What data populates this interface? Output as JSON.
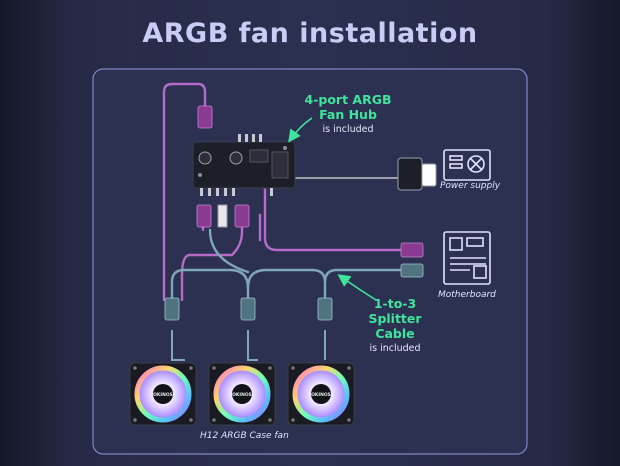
{
  "page": {
    "title": "ARGB fan installation"
  },
  "hub_note": {
    "line1": "4-port ARGB",
    "line2": "Fan Hub",
    "line3": "is included"
  },
  "splitter_note": {
    "line1": "1-to-3",
    "line2": "Splitter Cable",
    "line3": "is included"
  },
  "labels": {
    "power_supply": "Power supply",
    "motherboard": "Motherboard",
    "fan": "H12 ARGB Case fan",
    "fan_brand": "OKINOS"
  },
  "colors": {
    "background": "#2b3050",
    "panel_border": "#7f86c8",
    "title": "#c9cdf6",
    "highlight": "#3fe59b",
    "argb_cable": "#b76bc8",
    "splitter_cable": "#7fa7b5",
    "power_cable": "#9aa0a8"
  },
  "icons": [
    "power-supply-icon",
    "motherboard-icon",
    "arrow-icon",
    "fan-icon"
  ]
}
